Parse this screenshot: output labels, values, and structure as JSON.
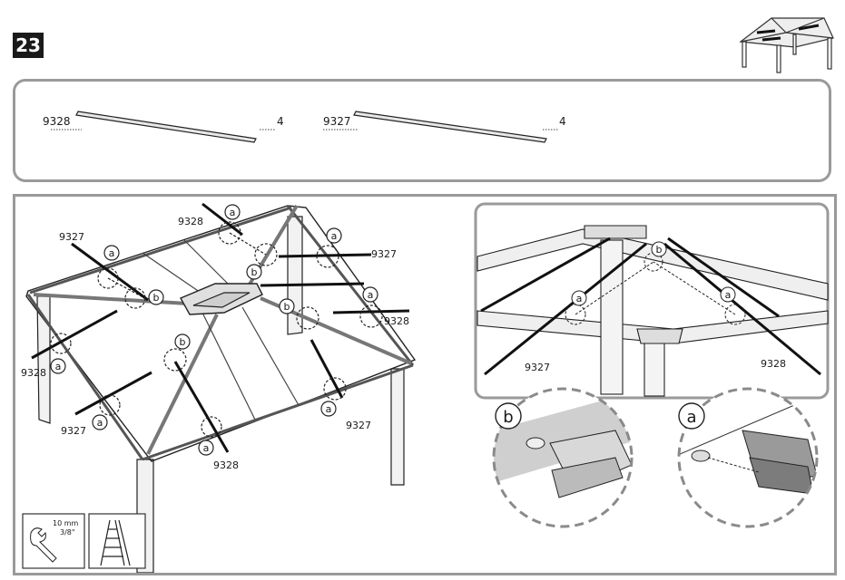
{
  "step": {
    "number": "23"
  },
  "parts": [
    {
      "code": "9328",
      "qty": "4"
    },
    {
      "code": "9327",
      "qty": "4"
    }
  ],
  "main": {
    "callout_a": "a",
    "callout_b": "b",
    "code_9327": "9327",
    "code_9328": "9328"
  },
  "detail_b": {
    "label": "b"
  },
  "detail_a": {
    "label": "a"
  },
  "tools": {
    "wrench_metric": "10 mm",
    "wrench_imperial": "3/8\""
  }
}
